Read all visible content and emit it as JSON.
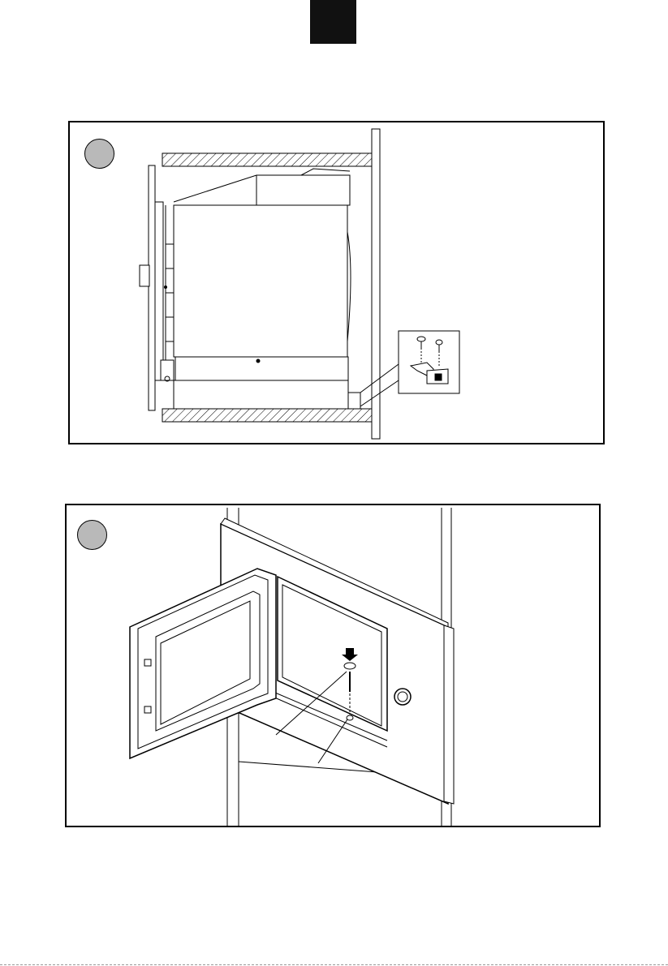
{
  "page": {
    "tab_color": "#111111",
    "step_circle_color": "#b9b9b9",
    "figures": [
      {
        "id": "figure-1",
        "kind": "side-view installation diagram"
      },
      {
        "id": "figure-2",
        "kind": "front installation diagram"
      }
    ]
  }
}
